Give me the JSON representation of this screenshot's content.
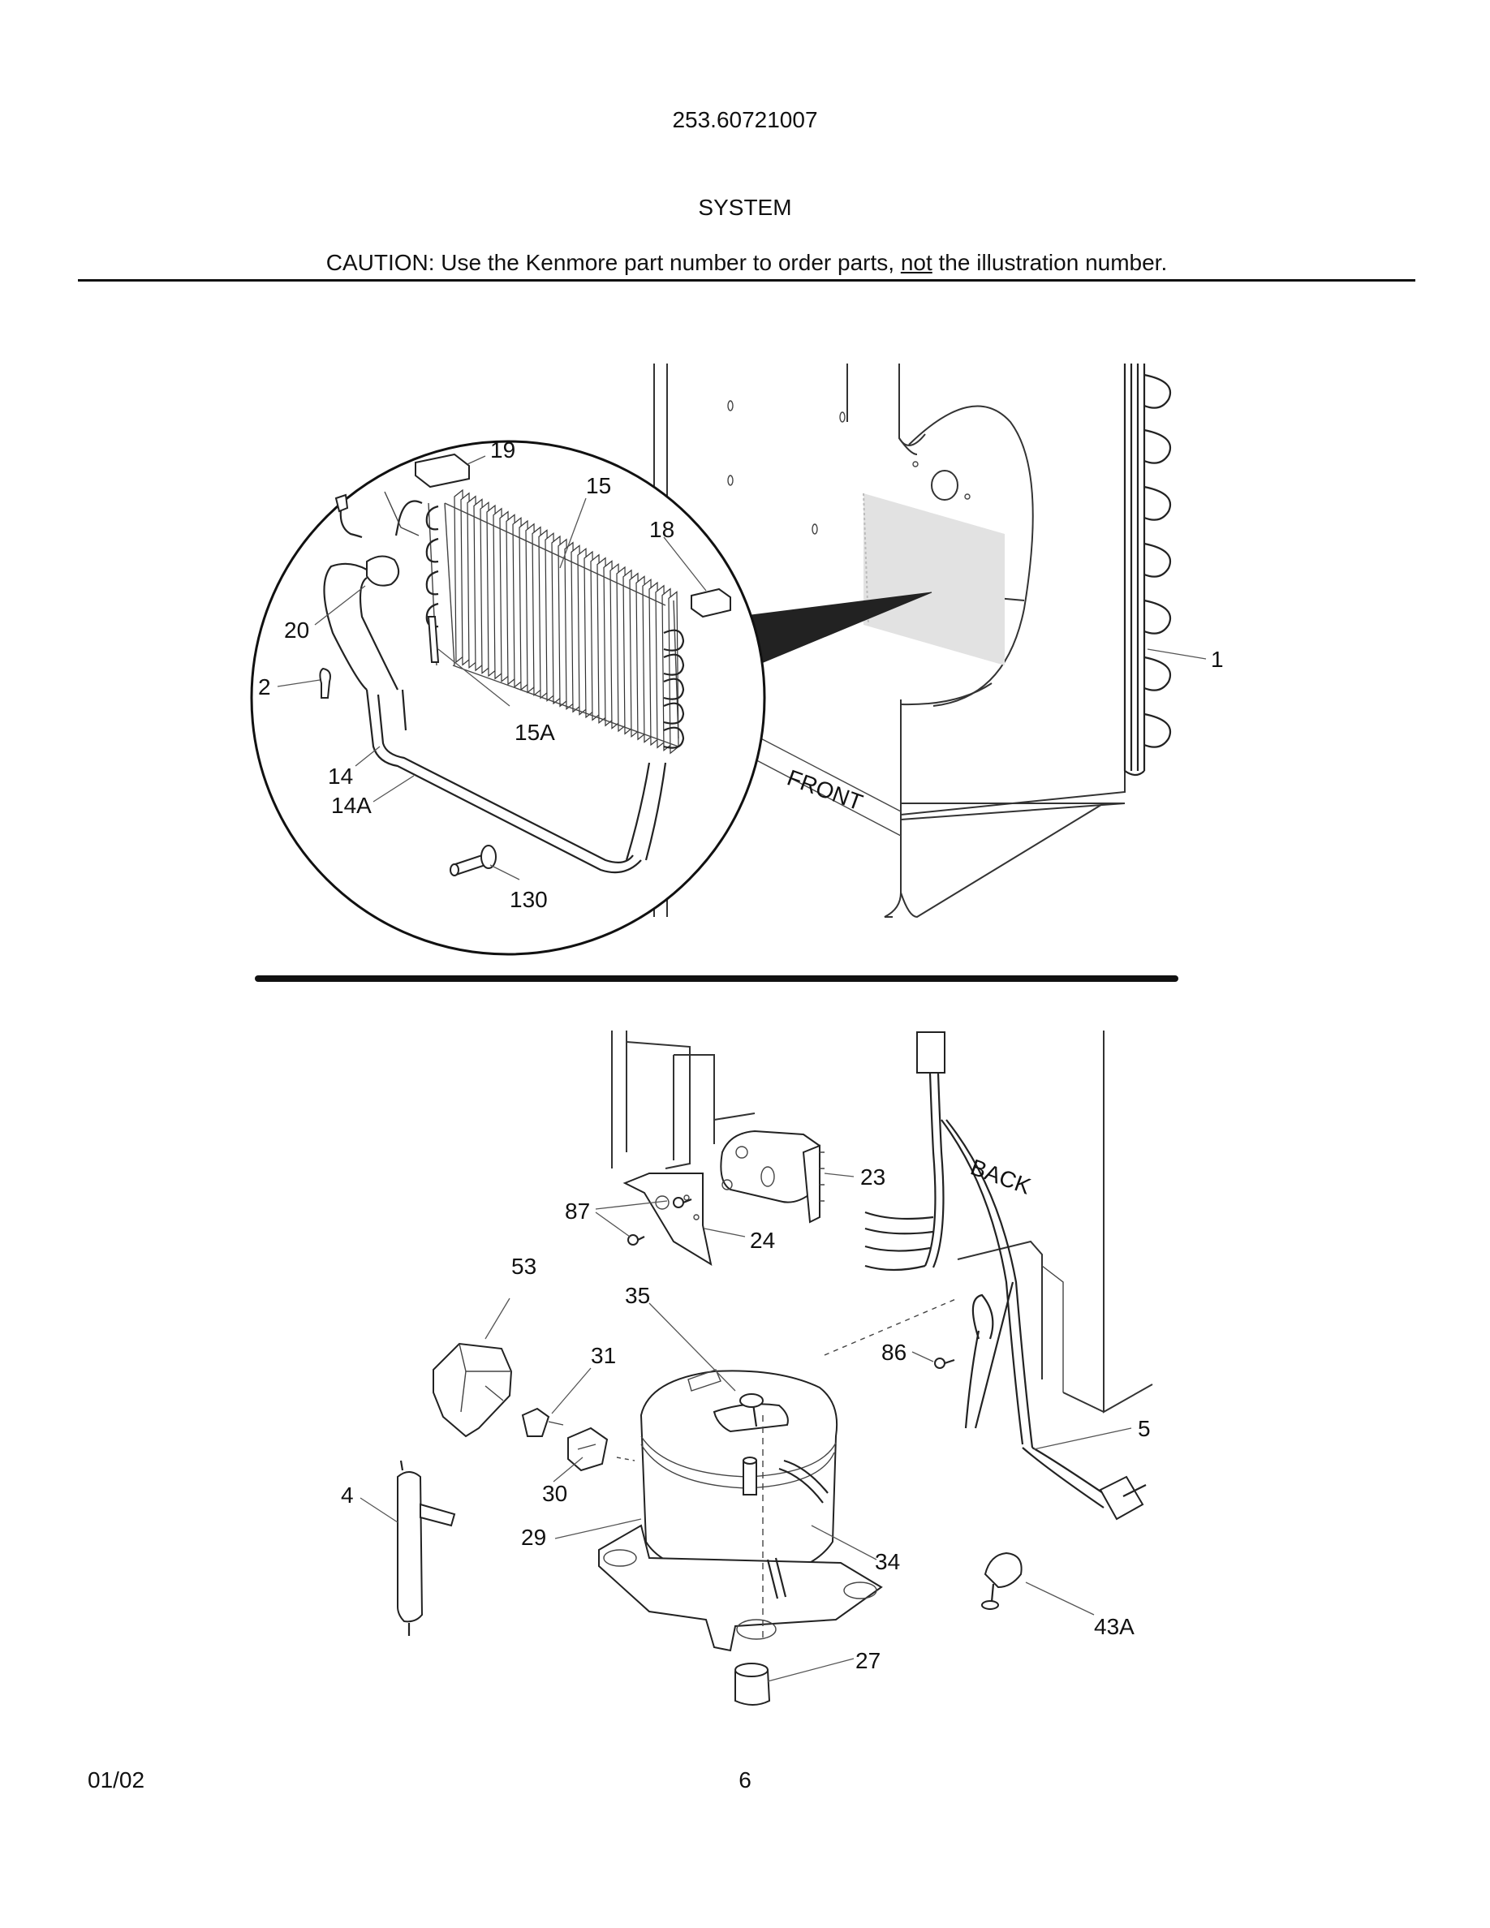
{
  "header": {
    "model": "253.60721007",
    "section": "SYSTEM",
    "caution_prefix": "CAUTION: Use the Kenmore part number to order parts, ",
    "caution_emph": "not",
    "caution_suffix": " the illustration number."
  },
  "upper_diagram": {
    "orientation_label": "FRONT",
    "callouts": [
      "19",
      "15",
      "18",
      "20",
      "2",
      "15A",
      "14",
      "14A",
      "130",
      "1"
    ]
  },
  "lower_diagram": {
    "orientation_label": "BACK",
    "callouts": [
      "23",
      "87",
      "24",
      "53",
      "35",
      "31",
      "86",
      "30",
      "4",
      "29",
      "34",
      "5",
      "43A",
      "27"
    ]
  },
  "footer": {
    "date": "01/02",
    "page": "6"
  }
}
